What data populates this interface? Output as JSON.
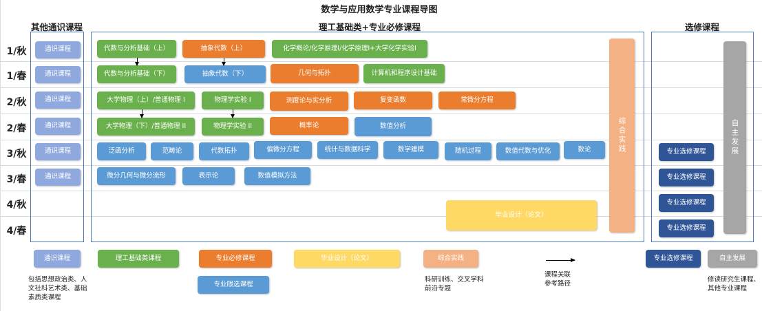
{
  "title": "数学与应用数学专业课程导图",
  "columns": {
    "other": "其他通识课程",
    "core": "理工基础类+专业必修课程",
    "electives": "选修课程"
  },
  "rows": [
    "1/秋",
    "1/春",
    "2/秋",
    "2/春",
    "3/秋",
    "3/春",
    "4/秋",
    "4/春"
  ],
  "general_label": "通识课程",
  "courses": {
    "calc1": "代数与分析基础（上）",
    "calc2": "代数与分析基础（下）",
    "abs1": "抽象代数（上）",
    "abs2": "抽象代数（下）",
    "chem": "化学概论/化学原理I/化学原理I+大学化学实验I",
    "geo": "几何与拓扑",
    "prog": "计算机和程序设计基础",
    "phys1": "大学物理（上）/普通物理 I",
    "physlab1": "物理学实验 I",
    "measure": "测度论与实分析",
    "complex": "复变函数",
    "ode": "常微分方程",
    "phys2": "大学物理（下）/普通物理 II",
    "physlab2": "物理学实验 II",
    "prob": "概率论",
    "numanal": "数值分析",
    "func": "泛函分析",
    "cat": "范畴论",
    "algtop": "代数拓扑",
    "pde": "偏微分方程",
    "stats": "统计与数据科学",
    "model": "数学建模",
    "stoch": "随机过程",
    "numalg": "数值代数与优化",
    "numtheory": "数论",
    "diffgeo": "微分几何与微分流形",
    "rep": "表示论",
    "nummethods": "数值模拟方法",
    "thesis": "毕业设计（论文）",
    "practice": "综合实践",
    "elective": "专业选修课程",
    "free": "自主发展"
  },
  "legend": {
    "general": "通识课程",
    "science": "理工基础类课程",
    "required": "专业必修课程",
    "limited": "专业限选课程",
    "thesis": "毕业设计（论文）",
    "practice": "综合实践",
    "arrow1": "课程关联",
    "arrow2": "参考路径",
    "elective": "专业选修课程",
    "free": "自主发展",
    "note_general": [
      "包括思想政治类、人",
      "文社科艺术类、基础",
      "素质类课程"
    ],
    "note_practice": [
      "科研训练、交叉学科",
      "前沿专题"
    ],
    "note_free": [
      "修读研究生课程、",
      "其他专业课程"
    ]
  },
  "colors": {
    "general": "#8fa9df",
    "science": "#6ab04c",
    "required": "#eb7d2f",
    "limited": "#5b9bd5",
    "thesis": "#ffd966",
    "practice": "#f4b183",
    "elective": "#2f5597",
    "free": "#a6a6a6",
    "frame": "#4b79c1"
  }
}
